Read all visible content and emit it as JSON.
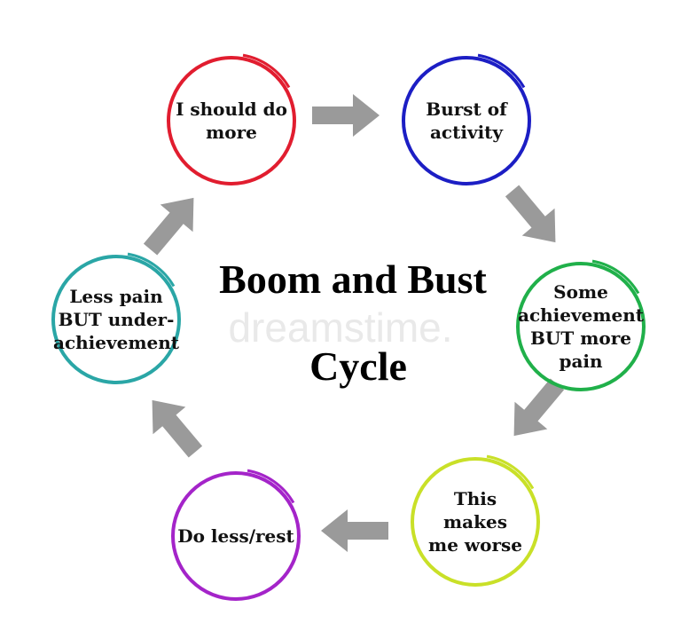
{
  "title": {
    "line1": "Boom and Bust",
    "line2": "Cycle"
  },
  "watermark": "dreamstime.",
  "arrow_color": "#9a9a9a",
  "nodes": [
    {
      "id": "should-do-more",
      "lines": [
        "I should do",
        "more"
      ],
      "color": "#e11d2f"
    },
    {
      "id": "burst-of-activity",
      "lines": [
        "Burst of",
        "activity"
      ],
      "color": "#1c1ec4"
    },
    {
      "id": "some-achievement",
      "lines": [
        "Some",
        "achievement",
        "BUT more",
        "pain"
      ],
      "color": "#20b04a"
    },
    {
      "id": "makes-me-worse",
      "lines": [
        "This",
        "makes",
        "me worse"
      ],
      "color": "#c9e028"
    },
    {
      "id": "do-less-rest",
      "lines": [
        "Do less/rest"
      ],
      "color": "#a424c9"
    },
    {
      "id": "less-pain",
      "lines": [
        "Less pain",
        "BUT under-",
        "achievement"
      ],
      "color": "#2aa6a6"
    }
  ]
}
